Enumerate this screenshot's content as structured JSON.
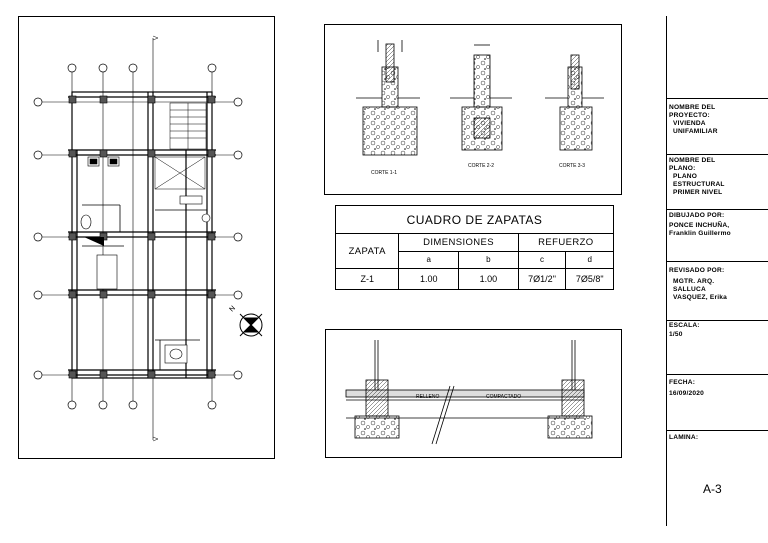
{
  "sections": {
    "corte1": "CORTE 1-1",
    "corte2": "CORTE 2-2",
    "corte3": "CORTE 3-3"
  },
  "slab_labels": {
    "relleno": "RELLENO",
    "compactado": "COMPACTADO"
  },
  "zapatas_table": {
    "title": "CUADRO DE ZAPATAS",
    "col_zapata": "ZAPATA",
    "col_dimensiones": "DIMENSIONES",
    "col_refuerzo": "REFUERZO",
    "sub": [
      "a",
      "b",
      "c",
      "d"
    ],
    "row": {
      "name": "Z-1",
      "a": "1.00",
      "b": "1.00",
      "c": "7Ø1/2\"",
      "d": "7Ø5/8\""
    }
  },
  "title_block": {
    "proyecto_label_1": "NOMBRE DEL",
    "proyecto_label_2": "PROYECTO:",
    "proyecto_1": "VIVIENDA",
    "proyecto_2": "UNIFAMILIAR",
    "plano_label_1": "NOMBRE DEL",
    "plano_label_2": "PLANO:",
    "plano_1": "PLANO",
    "plano_2": "ESTRUCTURAL",
    "plano_3": "PRIMER NIVEL",
    "dibujado_label": "DIBUJADO POR:",
    "dibujado_1": "PONCE INCHUÑA,",
    "dibujado_2": "Franklin Guillermo",
    "revisado_label": "REVISADO POR:",
    "revisado_1": "MGTR. ARQ.",
    "revisado_2": "SALLUCA",
    "revisado_3": "VASQUEZ, Erika",
    "escala_label": "ESCALA:",
    "escala": "1/50",
    "fecha_label": "FECHA:",
    "fecha": "16/09/2020",
    "lamina_label": "LAMINA:",
    "lamina": "A-3"
  },
  "colors": {
    "line": "#000000",
    "paper": "#ffffff"
  }
}
